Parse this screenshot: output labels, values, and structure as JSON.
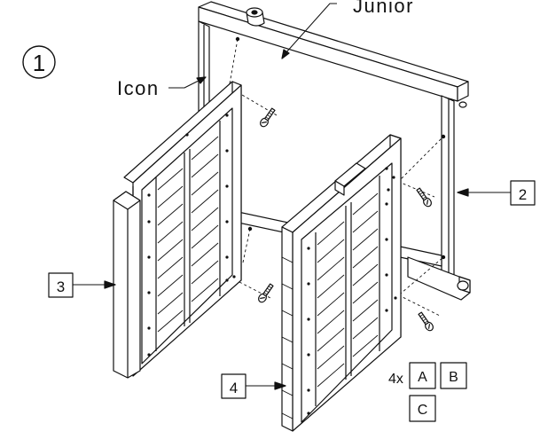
{
  "step": {
    "number": "1"
  },
  "callouts": {
    "top_label": "Junior",
    "side_label": "Icon",
    "part_2": "2",
    "part_3": "3",
    "part_4": "4"
  },
  "hardware": {
    "quantity": "4x",
    "code_a": "A",
    "code_b": "B",
    "code_c": "C"
  }
}
